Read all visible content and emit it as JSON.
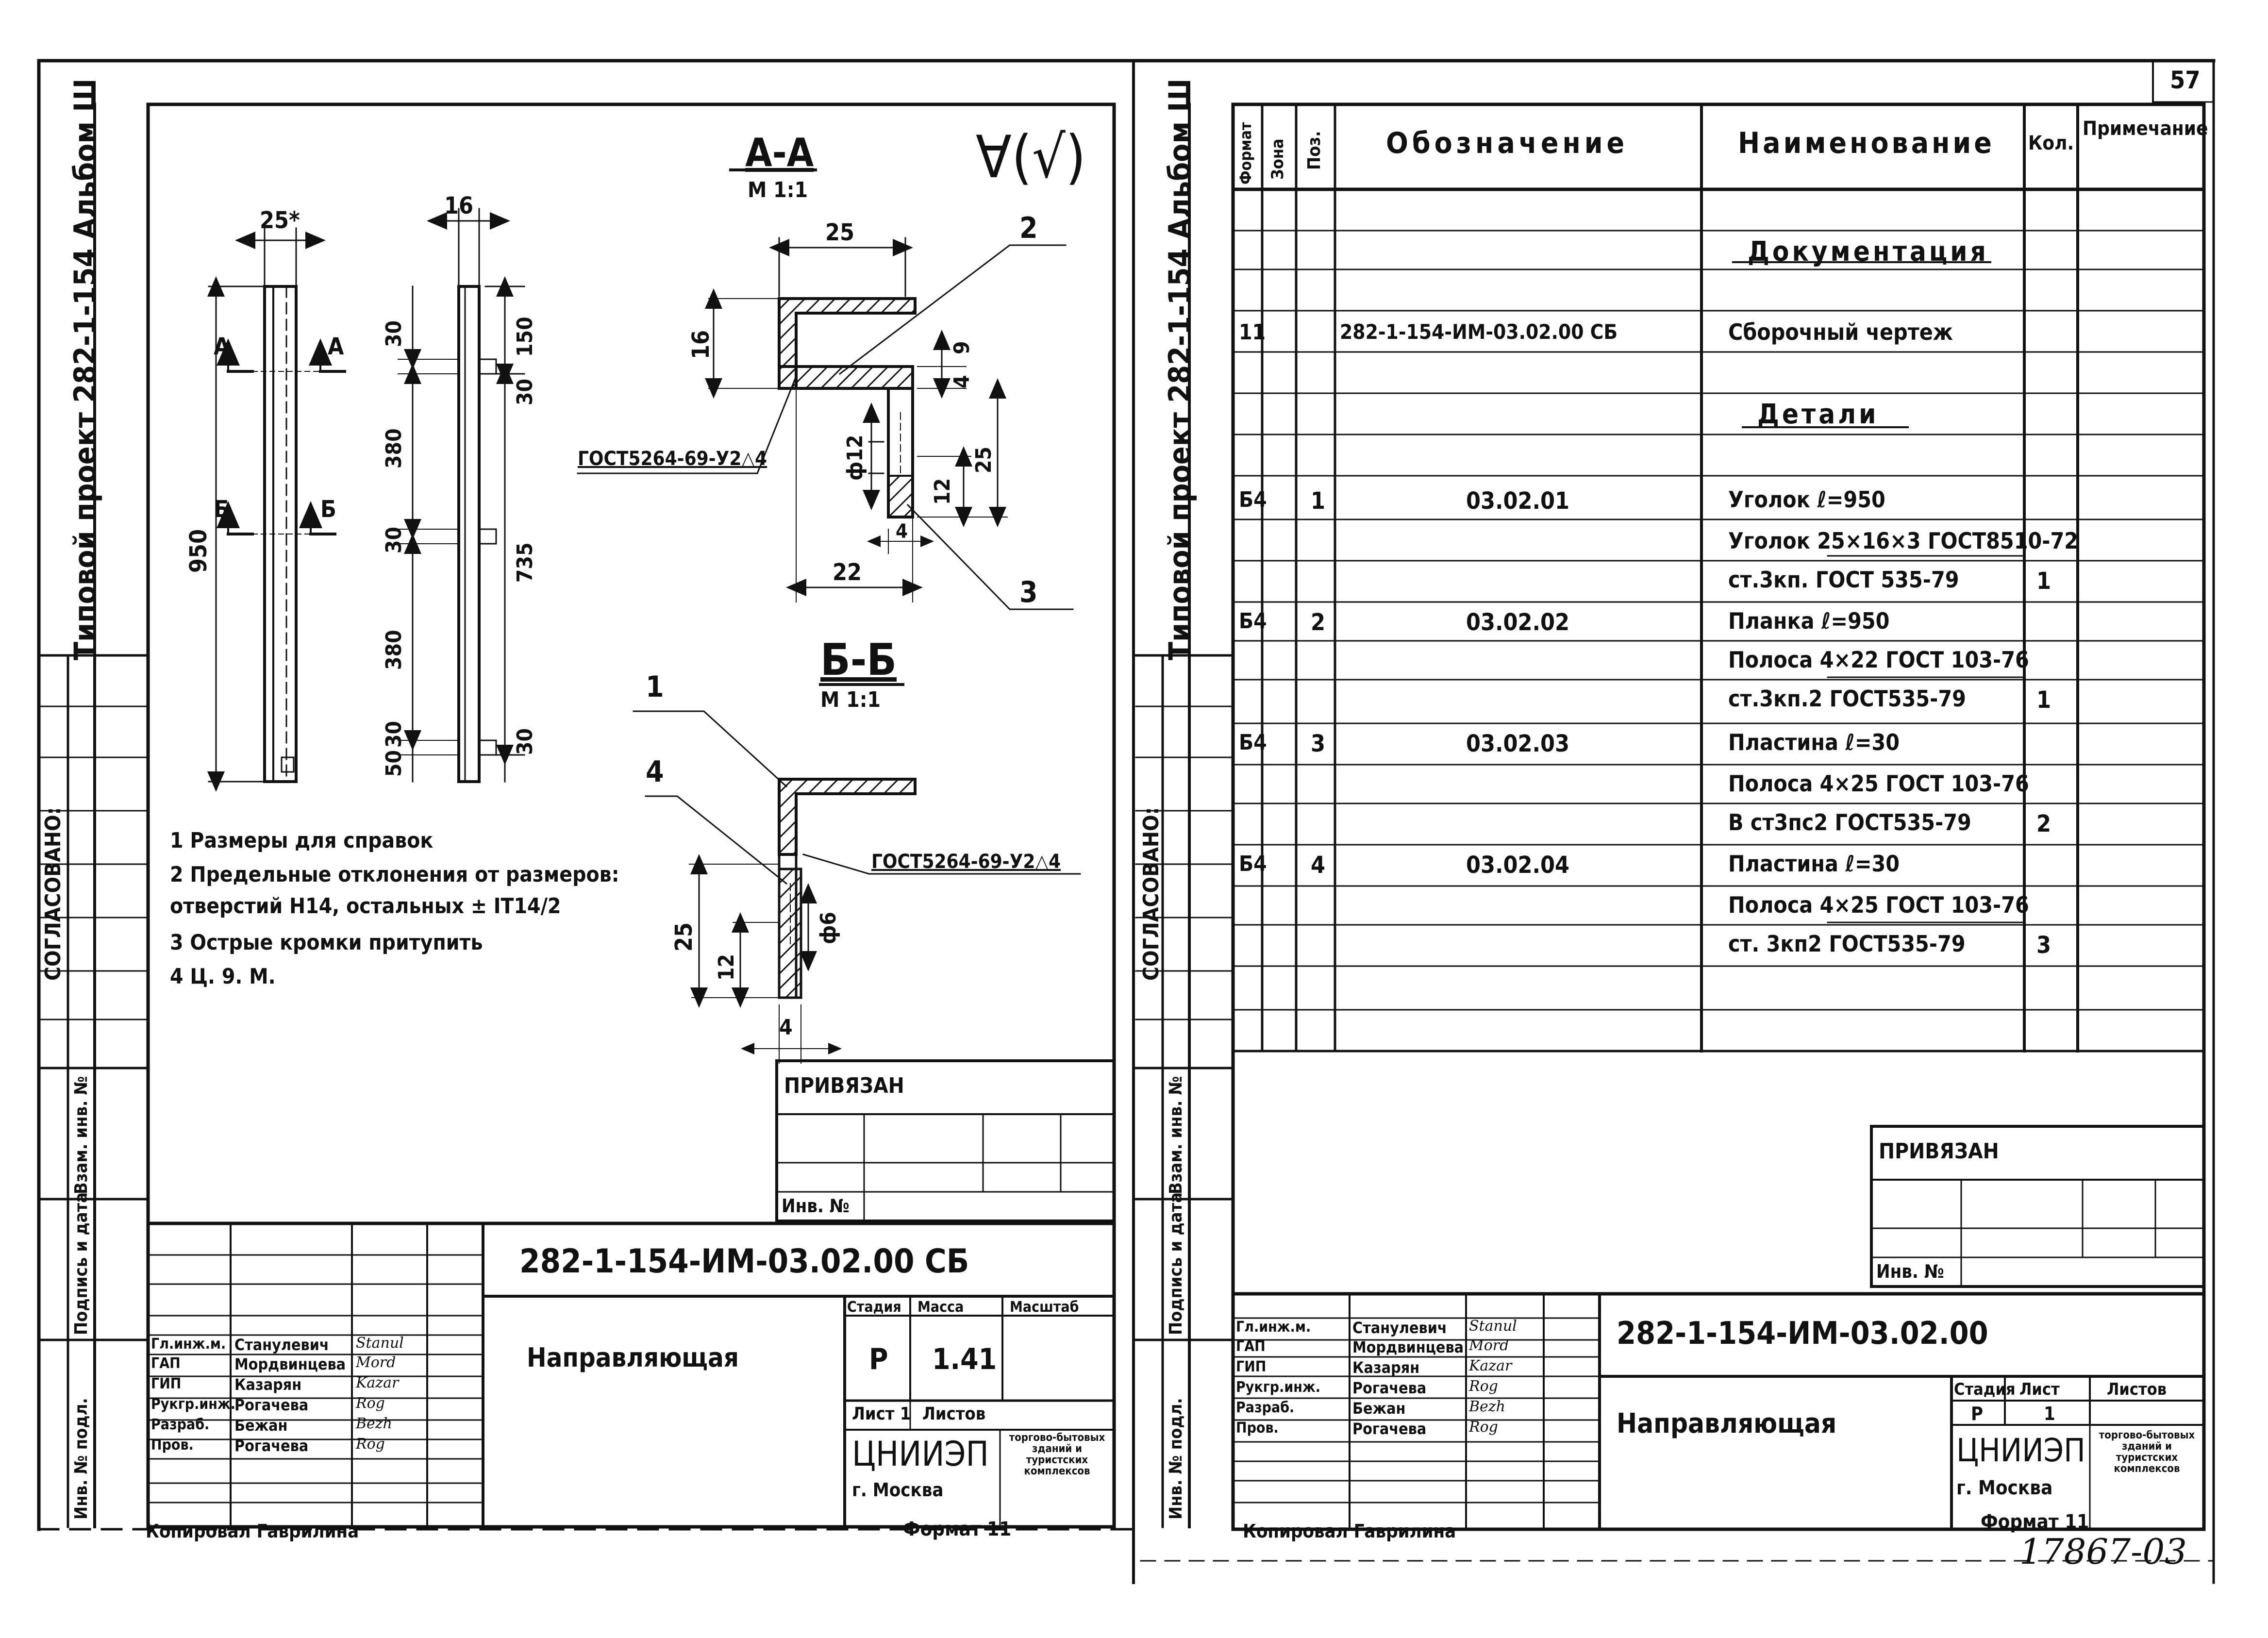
{
  "page_number": "57",
  "archive_number": "17867-03",
  "left_sheet": {
    "side_title": "Типовой проект 282-1-154   Альбом Ш",
    "side_stamp": {
      "agreed": "СОГЛАСОВАНО:",
      "inv_orig": "Инв. № подл.",
      "sign_date": "Подпись и дата",
      "inv_repl": "Взам. инв. №"
    },
    "roughness": "∀(√)",
    "section_aa": {
      "title": "А-А",
      "scale": "М 1:1"
    },
    "section_bb": {
      "title": "Б-Б",
      "scale": "М 1:1"
    },
    "weld_1": "ГОСТ5264-69-У2△4",
    "weld_2": "ГОСТ5264-69-У2△4",
    "dims_front": {
      "w": "25*",
      "h": "950",
      "cut_a": "А",
      "cut_b": "Б"
    },
    "dims_side": {
      "w": "16",
      "d30a": "30",
      "d150": "150",
      "d30b": "30",
      "d380a": "380",
      "d30c": "30",
      "d735": "735",
      "d380b": "380",
      "d50": "50",
      "d30d": "30",
      "d30e": "30"
    },
    "dims_aa": {
      "w25": "25",
      "h16": "16",
      "d4": "4",
      "d9": "9",
      "phi12": "ф12",
      "d12": "12",
      "d25": "25",
      "d4b": "4",
      "d22": "22"
    },
    "dims_bb": {
      "d25": "25",
      "d12": "12",
      "phi6": "ф6",
      "d4": "4"
    },
    "leaders": {
      "l1": "1",
      "l2": "2",
      "l3": "3",
      "l4": "4"
    },
    "notes": [
      "1 Размеры для справок",
      "2 Предельные отклонения от размеров:",
      "  отверстий Н14, остальных ± IT14/2",
      "3 Острые кромки притупить",
      "4 Ц. 9. М."
    ],
    "binding": {
      "bound": "ПРИВЯЗАН",
      "inv_no": "Инв. №"
    },
    "title_block": {
      "designation": "282-1-154-ИМ-03.02.00 СБ",
      "name": "Направляющая",
      "stage_label": "Стадия",
      "mass_label": "Масса",
      "scale_label": "Масштаб",
      "stage": "Р",
      "mass": "1.41",
      "sheet_label": "Лист 1",
      "sheets_label": "Листов",
      "org": "ЦНИИЭП",
      "city": "г. Москва",
      "org_desc": "торгово-бытовых зданий и туристских комплексов",
      "roles": [
        {
          "role": "Гл.инж.м.",
          "name": "Станулевич",
          "sign": "Stanul"
        },
        {
          "role": "ГАП",
          "name": "Мордвинцева",
          "sign": "Mord"
        },
        {
          "role": "ГИП",
          "name": "Казарян",
          "sign": "Kazar"
        },
        {
          "role": "Рукгр.инж.",
          "name": "Рогачева",
          "sign": "Rog"
        },
        {
          "role": "Разраб.",
          "name": "Бежан",
          "sign": "Bezh"
        },
        {
          "role": "Пров.",
          "name": "Рогачева",
          "sign": "Rog"
        }
      ]
    },
    "copied": "Копировал Гаврилина",
    "format": "Формат 11"
  },
  "right_sheet": {
    "side_title": "Типовой проект 282-1-154   Альбом Ш",
    "side_stamp": {
      "agreed": "СОГЛАСОВАНО:",
      "inv_orig": "Инв. № подл.",
      "sign_date": "Подпись и дата",
      "inv_repl": "Взам. инв. №"
    },
    "spec_headers": {
      "format": "Формат",
      "zone": "Зона",
      "pos": "Поз.",
      "designation": "Обозначение",
      "name": "Наименование",
      "qty": "Кол.",
      "note": "Примечание"
    },
    "rows": [
      {
        "fmt": "",
        "pos": "",
        "des": "",
        "name": "Документация",
        "qty": "",
        "heading": true
      },
      {
        "fmt": "11",
        "pos": "",
        "des": "282-1-154-ИМ-03.02.00 СБ",
        "name": "Сборочный чертеж",
        "qty": ""
      },
      {
        "fmt": "",
        "pos": "",
        "des": "",
        "name": "Детали",
        "qty": "",
        "heading": true
      },
      {
        "fmt": "Б4",
        "pos": "1",
        "des": "03.02.01",
        "name": "Уголок  ℓ=950",
        "qty": ""
      },
      {
        "fmt": "",
        "pos": "",
        "des": "",
        "name": "Уголок  25×16×3 ГОСТ8510-72",
        "qty": ""
      },
      {
        "fmt": "",
        "pos": "",
        "des": "",
        "name": "ст.3кп. ГОСТ 535-79",
        "qty": "1"
      },
      {
        "fmt": "Б4",
        "pos": "2",
        "des": "03.02.02",
        "name": "Планка  ℓ=950",
        "qty": ""
      },
      {
        "fmt": "",
        "pos": "",
        "des": "",
        "name": "Полоса  4×22 ГОСТ 103-76",
        "qty": ""
      },
      {
        "fmt": "",
        "pos": "",
        "des": "",
        "name": "ст.3кп.2 ГОСТ535-79",
        "qty": "1"
      },
      {
        "fmt": "Б4",
        "pos": "3",
        "des": "03.02.03",
        "name": "Пластина  ℓ=30",
        "qty": ""
      },
      {
        "fmt": "",
        "pos": "",
        "des": "",
        "name": "Полоса  4×25 ГОСТ 103-76",
        "qty": ""
      },
      {
        "fmt": "",
        "pos": "",
        "des": "",
        "name": "В ст3пс2 ГОСТ535-79",
        "qty": "2"
      },
      {
        "fmt": "Б4",
        "pos": "4",
        "des": "03.02.04",
        "name": "Пластина  ℓ=30",
        "qty": ""
      },
      {
        "fmt": "",
        "pos": "",
        "des": "",
        "name": "Полоса  4×25 ГОСТ 103-76",
        "qty": ""
      },
      {
        "fmt": "",
        "pos": "",
        "des": "",
        "name": "ст. 3кп2 ГОСТ535-79",
        "qty": "3"
      }
    ],
    "binding": {
      "bound": "ПРИВЯЗАН",
      "inv_no": "Инв. №"
    },
    "title_block": {
      "designation": "282-1-154-ИМ-03.02.00",
      "name": "Направляющая",
      "stage_label": "Стадия",
      "sheet_label": "Лист",
      "sheets_label": "Листов",
      "stage": "Р",
      "sheet": "1",
      "org": "ЦНИИЭП",
      "city": "г. Москва",
      "org_desc": "торгово-бытовых зданий и туристских комплексов",
      "roles": [
        {
          "role": "Гл.инж.м.",
          "name": "Станулевич",
          "sign": "Stanul"
        },
        {
          "role": "ГАП",
          "name": "Мордвинцева",
          "sign": "Mord"
        },
        {
          "role": "ГИП",
          "name": "Казарян",
          "sign": "Kazar"
        },
        {
          "role": "Рукгр.инж.",
          "name": "Рогачева",
          "sign": "Rog"
        },
        {
          "role": "Разраб.",
          "name": "Бежан",
          "sign": "Bezh"
        },
        {
          "role": "Пров.",
          "name": "Рогачева",
          "sign": "Rog"
        }
      ]
    },
    "copied": "Копировал Гаврилина",
    "format": "Формат 11"
  }
}
